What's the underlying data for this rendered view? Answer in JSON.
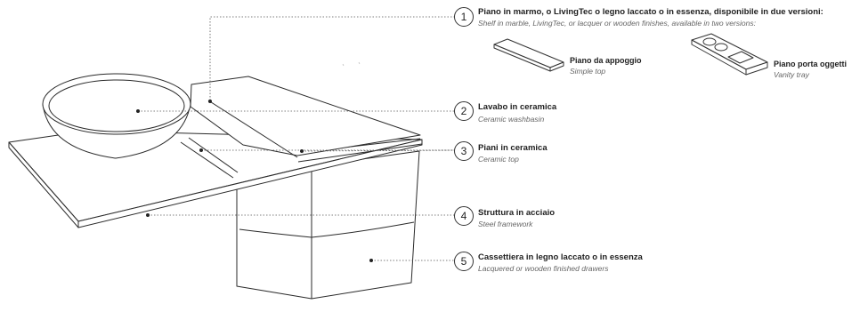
{
  "callouts": [
    {
      "number": "1",
      "title": "Piano in marmo, o LivingTec o legno laccato o in essenza, disponibile in due versioni:",
      "subtitle": "Shelf in marble, LivingTec, or lacquer or wooden finishes, available in two versions:"
    },
    {
      "number": "2",
      "title": "Lavabo in ceramica",
      "subtitle": "Ceramic washbasin"
    },
    {
      "number": "3",
      "title": "Piani in ceramica",
      "subtitle": "Ceramic top"
    },
    {
      "number": "4",
      "title": "Struttura in acciaio",
      "subtitle": "Steel framework"
    },
    {
      "number": "5",
      "title": "Cassettiera in legno laccato o in essenza",
      "subtitle": "Lacquered or wooden finished drawers"
    }
  ],
  "versions": [
    {
      "title": "Piano da appoggio",
      "subtitle": "Simple top"
    },
    {
      "title": "Piano porta oggetti",
      "subtitle": "Vanity tray"
    }
  ]
}
